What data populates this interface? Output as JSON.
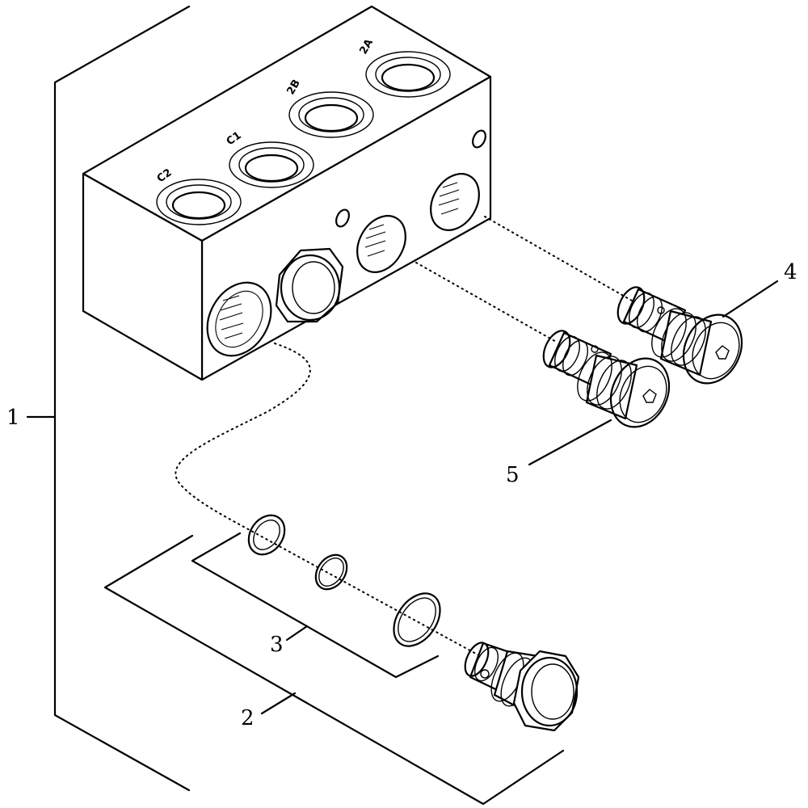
{
  "diagram": {
    "port_labels": {
      "c2": "C2",
      "c1": "C1",
      "p2b": "2B",
      "p2a": "2A"
    },
    "callouts": {
      "c1": "1",
      "c2": "2",
      "c3": "3",
      "c4": "4",
      "c5": "5"
    }
  }
}
